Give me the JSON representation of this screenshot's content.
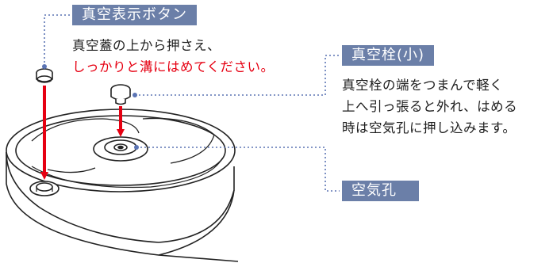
{
  "labels": {
    "vacuum_indicator": "真空表示ボタン",
    "vacuum_plug": "真空栓(小)",
    "air_hole": "空気孔"
  },
  "instructions": {
    "indicator_line1": "真空蓋の上から押さえ、",
    "indicator_line2": "しっかりと溝にはめてください。",
    "plug_line1": "真空栓の端をつまんで軽く",
    "plug_line2": "上へ引っ張ると外れ、はめる",
    "plug_line3": "時は空気孔に押し込みます。"
  },
  "colors": {
    "label_bg": "#6b7fa8",
    "label_text": "#ffffff",
    "arrow": "#e60012",
    "leader": "#5b74b4",
    "warning_text": "#e60012",
    "body_text": "#1e1e1e"
  }
}
